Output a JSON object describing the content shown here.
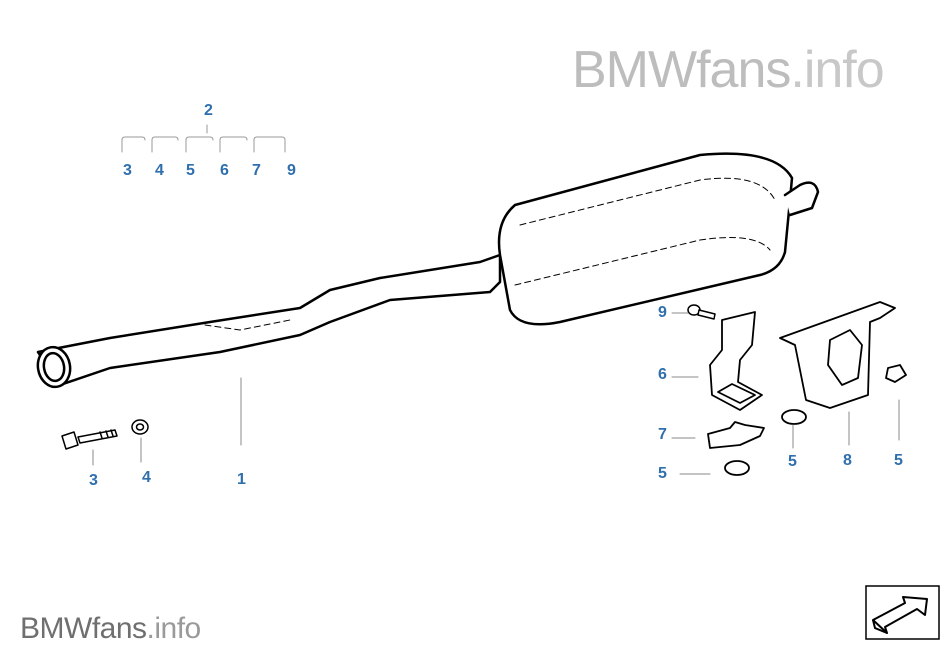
{
  "watermark": {
    "brand": "BMWfans",
    "suffix": ".info"
  },
  "callouts": {
    "set": "2",
    "set_3": "3",
    "set_4": "4",
    "set_5": "5",
    "set_6": "6",
    "set_7": "7",
    "set_9": "9",
    "muffler": "1",
    "bolt": "3",
    "nut": "4",
    "screw": "9",
    "bracket": "6",
    "clamp": "7",
    "rubber_left": "5",
    "rubber_mid": "5",
    "hanger": "8",
    "nut_right": "5"
  },
  "icons": {
    "navigation": "arrow-icon"
  },
  "colors": {
    "callout": "#2f6fad",
    "outline": "#000000",
    "watermark": "#bdbdbd"
  }
}
